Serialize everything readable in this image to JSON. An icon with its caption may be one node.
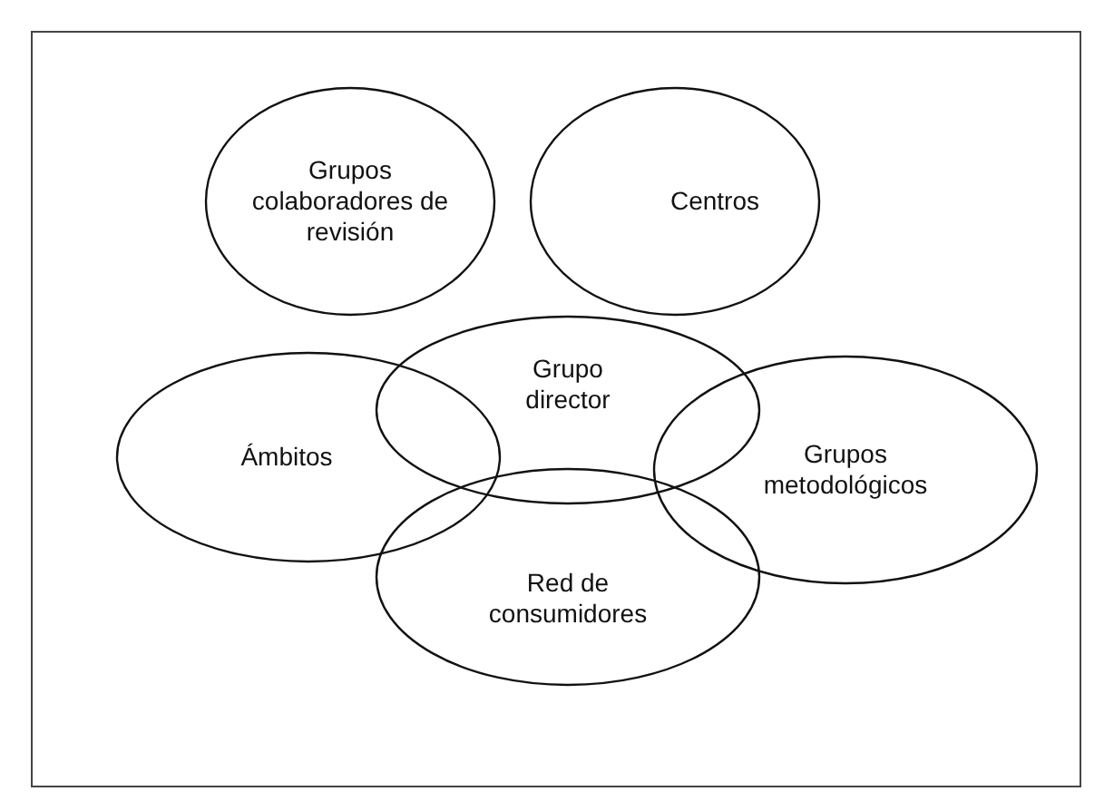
{
  "diagram": {
    "nodes": [
      {
        "text": [
          "Grupos colaboradores de revisión"
        ]
      },
      {
        "text": [
          "Centros"
        ]
      },
      {
        "text": [
          "Grupo director"
        ]
      },
      {
        "text": [
          "Ámbitos"
        ]
      },
      {
        "text": [
          "Grupos metodológicos"
        ]
      },
      {
        "text": [
          "Red de consumidores"
        ]
      }
    ],
    "edges": []
  }
}
